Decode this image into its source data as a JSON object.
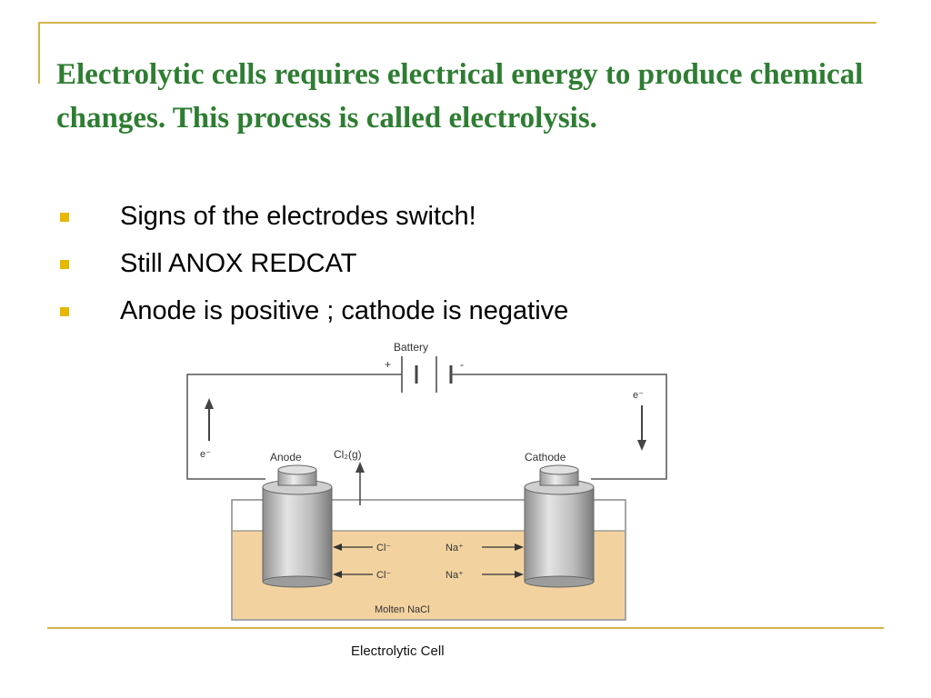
{
  "slide": {
    "title": "Electrolytic cells requires electrical energy to produce chemical changes. This process is called electrolysis.",
    "bullets": [
      "Signs of the electrodes switch!",
      "Still ANOX REDCAT",
      "Anode is positive ; cathode is negative"
    ],
    "caption": "Electrolytic Cell"
  },
  "diagram": {
    "battery_label": "Battery",
    "battery_plus": "+",
    "battery_minus": "-",
    "electron_left": "e⁻",
    "electron_right": "e⁻",
    "anode_label": "Anode",
    "cathode_label": "Cathode",
    "gas_label": "Cl₂(g)",
    "anion_1": "Cl⁻",
    "anion_2": "Cl⁻",
    "cation_1": "Na⁺",
    "cation_2": "Na⁺",
    "electrolyte_label": "Molten NaCl"
  },
  "colors": {
    "accent_line": "#d4b44a",
    "title": "#2e7d32",
    "bullet": "#e6b800",
    "electrolyte": "#f2d3a0"
  }
}
